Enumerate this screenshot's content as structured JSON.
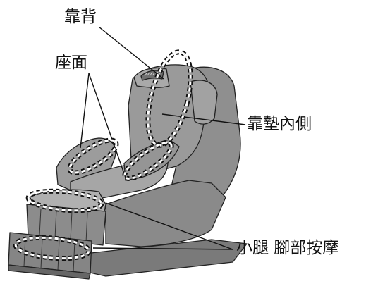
{
  "labels": {
    "backrest": "靠背",
    "seat": "座面",
    "backrest_inner": "靠墊內側",
    "calf_foot": "小腿 腳部按摩"
  },
  "colors": {
    "chair_fill": "#8e8e8e",
    "chair_dark": "#6b6b6b",
    "chair_light": "#b4b4b4",
    "outline": "#111111"
  }
}
